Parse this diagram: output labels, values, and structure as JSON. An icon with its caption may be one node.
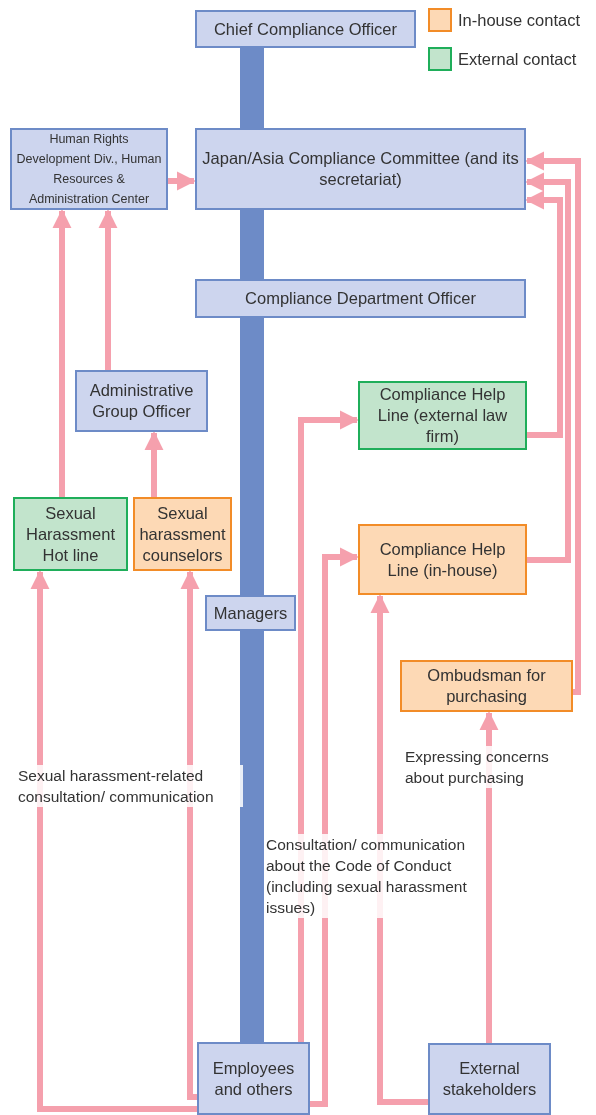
{
  "diagram": {
    "nodes": [
      {
        "text": [
          "Chief Compliance Officer"
        ]
      },
      {
        "text": [
          "Human Rights Development Div., Human Resources & Administration Center"
        ]
      },
      {
        "text": [
          "Japan/Asia Compliance Committee (and its secretariat)"
        ]
      },
      {
        "text": [
          "Compliance Department Officer"
        ]
      },
      {
        "text": [
          "Administrative Group Officer"
        ]
      },
      {
        "text": [
          "Compliance Help Line (external law firm)"
        ]
      },
      {
        "text": [
          "Sexual Harassment Hot line"
        ]
      },
      {
        "text": [
          "Sexual harassment counselors"
        ]
      },
      {
        "text": [
          "Compliance Help Line (in-house)"
        ]
      },
      {
        "text": [
          "Managers"
        ]
      },
      {
        "text": [
          "Ombudsman for purchasing"
        ]
      },
      {
        "text": [
          "Employees and others"
        ]
      },
      {
        "text": [
          "External stakeholders"
        ]
      }
    ],
    "edges": [
      {
        "from": 0,
        "to": 2,
        "arrow": "none",
        "style": "thick",
        "color": "#6d8bc7"
      },
      {
        "from": 2,
        "to": 3,
        "arrow": "none",
        "style": "thick",
        "color": "#6d8bc7"
      },
      {
        "from": 3,
        "to": 9,
        "arrow": "none",
        "style": "thick",
        "color": "#6d8bc7"
      },
      {
        "from": 9,
        "to": 11,
        "arrow": "none",
        "style": "thick",
        "color": "#6d8bc7"
      },
      {
        "from": 1,
        "to": 2,
        "arrow": "to"
      },
      {
        "from": 6,
        "to": 1,
        "arrow": "to"
      },
      {
        "from": 4,
        "to": 1,
        "arrow": "to"
      },
      {
        "from": 7,
        "to": 4,
        "arrow": "to"
      },
      {
        "from": 11,
        "to": 6,
        "arrow": "to",
        "label": "Sexual harassment-related consultation/ communication"
      },
      {
        "from": 11,
        "to": 7,
        "arrow": "to"
      },
      {
        "from": 11,
        "to": 5,
        "arrow": "to",
        "label": "Consultation/ communication about the Code of Conduct (including sexual harassment issues)"
      },
      {
        "from": 11,
        "to": 8,
        "arrow": "to"
      },
      {
        "from": 12,
        "to": 8,
        "arrow": "to"
      },
      {
        "from": 12,
        "to": 10,
        "arrow": "to",
        "label": "Expressing concerns about purchasing"
      },
      {
        "from": 5,
        "to": 2,
        "arrow": "to"
      },
      {
        "from": 8,
        "to": 2,
        "arrow": "to"
      },
      {
        "from": 10,
        "to": 2,
        "arrow": "to"
      }
    ],
    "legend": [
      {
        "text": "In-house contact",
        "color": "#fdd9b5"
      },
      {
        "text": "External contact",
        "color": "#c2e4cc"
      }
    ]
  }
}
